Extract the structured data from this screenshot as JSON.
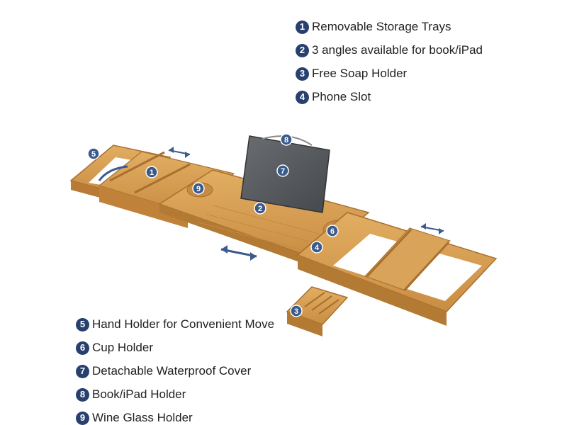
{
  "features_top": [
    {
      "number": "1",
      "label": "Removable Storage Trays"
    },
    {
      "number": "2",
      "label": "3 angles available for book/iPad"
    },
    {
      "number": "3",
      "label": "Free Soap Holder"
    },
    {
      "number": "4",
      "label": "Phone Slot"
    }
  ],
  "features_bottom": [
    {
      "number": "5",
      "label": "Hand Holder for Convenient Move"
    },
    {
      "number": "6",
      "label": "Cup Holder"
    },
    {
      "number": "7",
      "label": "Detachable Waterproof Cover"
    },
    {
      "number": "8",
      "label": "Book/iPad Holder"
    },
    {
      "number": "9",
      "label": "Wine Glass Holder"
    }
  ],
  "callouts": [
    "1",
    "2",
    "3",
    "4",
    "5",
    "6",
    "7",
    "8",
    "9"
  ],
  "colors": {
    "badge": "#27406e",
    "bamboo": "#d39a4e",
    "bamboo_dark": "#b37a34",
    "cover": "#55585c"
  }
}
